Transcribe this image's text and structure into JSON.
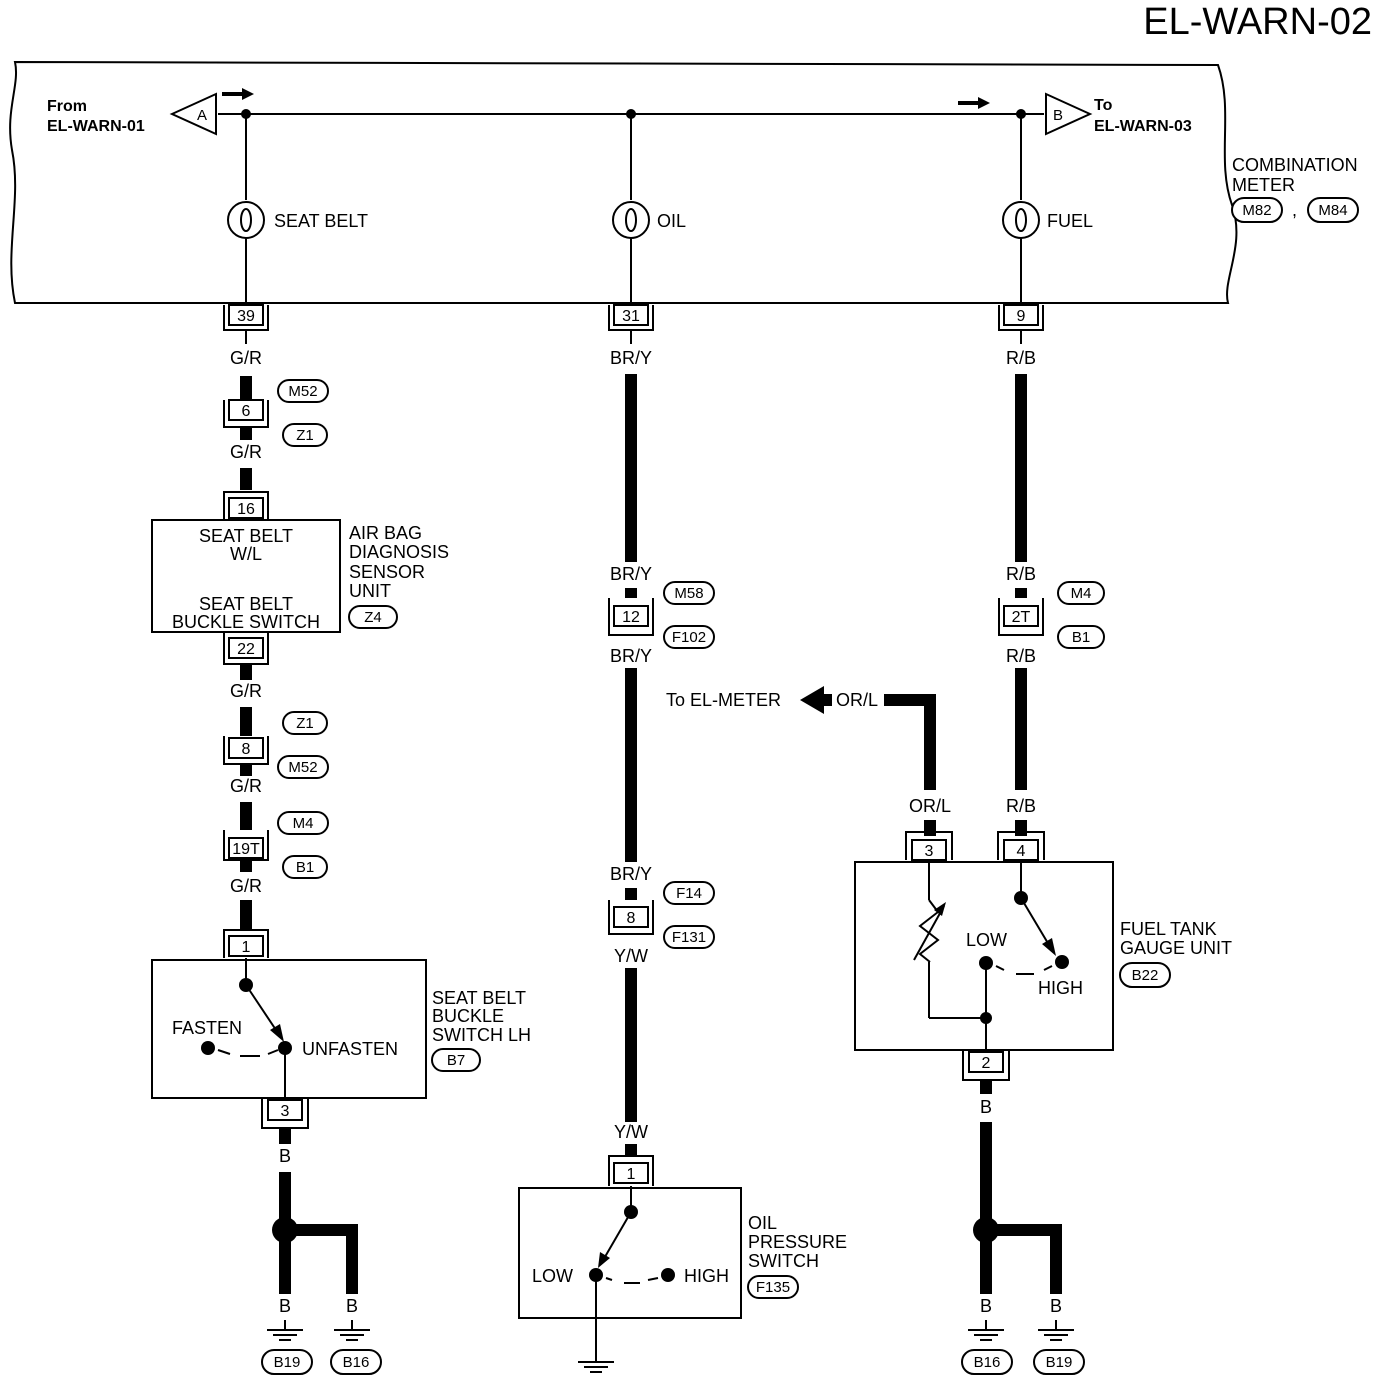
{
  "header": {
    "page_code": "EL-WARN-02"
  },
  "connectors": {
    "from": {
      "letter": "A",
      "line1": "From",
      "line2": "EL-WARN-01"
    },
    "to": {
      "letter": "B",
      "line1": "To",
      "line2": "EL-WARN-03"
    },
    "to_meter": "To EL-METER"
  },
  "combination_meter": {
    "line1": "COMBINATION",
    "line2": "METER",
    "connectors": [
      "M82",
      "M84"
    ],
    "separator": ","
  },
  "lamps": {
    "seat_belt": "SEAT BELT",
    "oil": "OIL",
    "fuel": "FUEL"
  },
  "pins": {
    "p39": "39",
    "p31": "31",
    "p9": "9",
    "p6": "6",
    "p16": "16",
    "p22": "22",
    "p8a": "8",
    "p19t": "19T",
    "p1a": "1",
    "p3a": "3",
    "p12": "12",
    "p8b": "8",
    "p1b": "1",
    "p2t": "2T",
    "p3b": "3",
    "p4": "4",
    "p2": "2"
  },
  "wires": {
    "gr": "G/R",
    "bry": "BR/Y",
    "rb": "R/B",
    "yw": "Y/W",
    "orl": "OR/L",
    "b": "B"
  },
  "tags": {
    "m52": "M52",
    "z1": "Z1",
    "z4": "Z4",
    "m4": "M4",
    "b1": "B1",
    "b7": "B7",
    "m58": "M58",
    "f102": "F102",
    "f14": "F14",
    "f131": "F131",
    "f135": "F135",
    "b22": "B22",
    "b19": "B19",
    "b16": "B16"
  },
  "airbag_unit": {
    "inner1": "SEAT BELT",
    "inner2": "W/L",
    "inner3": "SEAT BELT",
    "inner4": "BUCKLE SWITCH",
    "name1": "AIR BAG",
    "name2": "DIAGNOSIS",
    "name3": "SENSOR",
    "name4": "UNIT"
  },
  "buckle_switch": {
    "fasten": "FASTEN",
    "unfasten": "UNFASTEN",
    "name1": "SEAT BELT",
    "name2": "BUCKLE",
    "name3": "SWITCH LH"
  },
  "oil_switch": {
    "low": "LOW",
    "high": "HIGH",
    "name1": "OIL",
    "name2": "PRESSURE",
    "name3": "SWITCH"
  },
  "fuel_gauge": {
    "low": "LOW",
    "high": "HIGH",
    "name1": "FUEL TANK",
    "name2": "GAUGE UNIT"
  }
}
